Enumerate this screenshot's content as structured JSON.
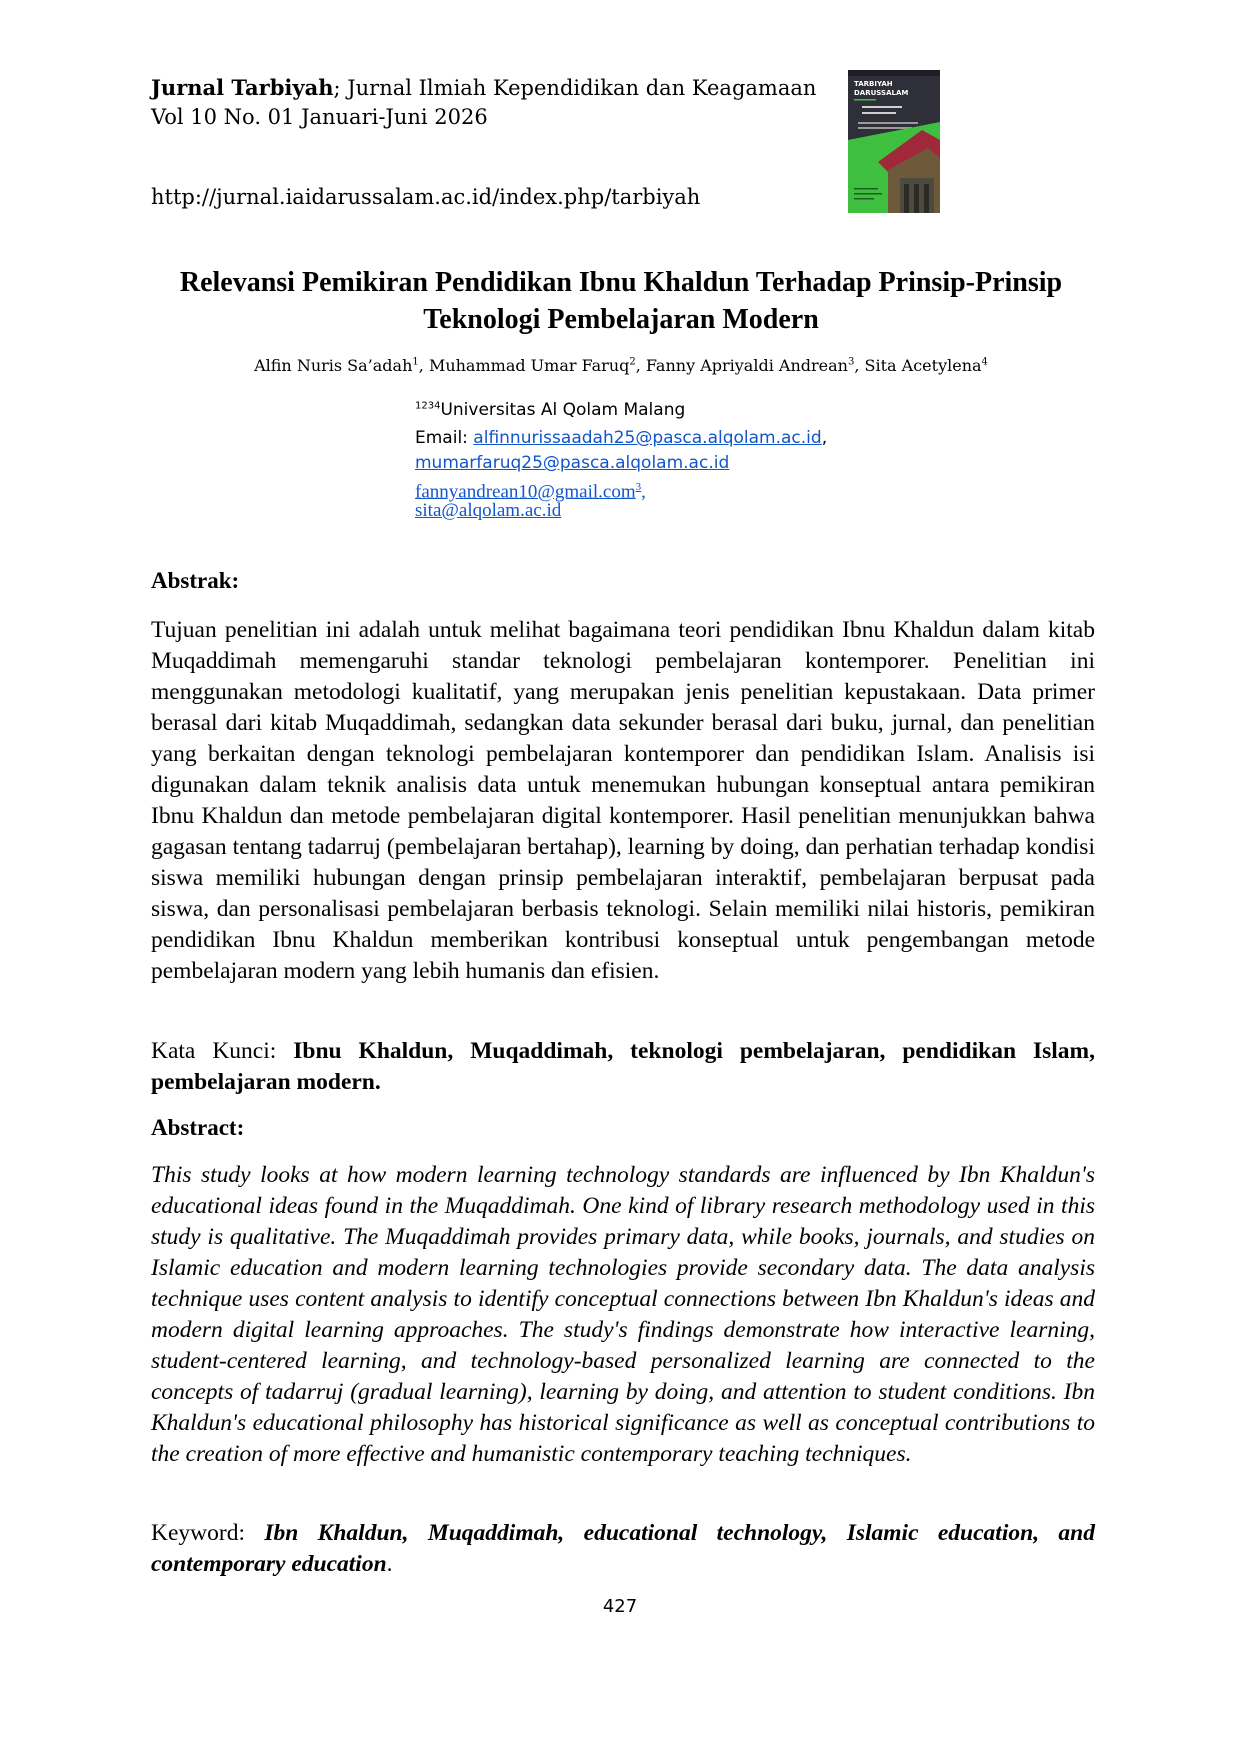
{
  "header": {
    "journal_name": "Jurnal Tarbiyah",
    "journal_subtitle": "; Jurnal Ilmiah Kependidikan dan Keagamaan",
    "volume": "Vol 10 No. 01 Januari-Juni 2026",
    "url": "http://jurnal.iaidarussalam.ac.id/index.php/tarbiyah",
    "cover_text": "TARBIYAH DARUSSALAM"
  },
  "article": {
    "title_line1": "Relevansi Pemikiran Pendidikan Ibnu Khaldun Terhadap Prinsip-Prinsip",
    "title_line2": "Teknologi Pembelajaran Modern",
    "authors": [
      {
        "name": "Alfin Nuris Sa’adah",
        "sup": "1"
      },
      {
        "name": "Muhammad Umar Faruq",
        "sup": "2"
      },
      {
        "name": "Fanny Apriyaldi Andrean",
        "sup": "3"
      },
      {
        "name": "Sita Acetylena",
        "sup": "4"
      }
    ],
    "author_sep": ", ",
    "affiliation_sup": "1234",
    "affiliation": "Universitas Al Qolam Malang",
    "email_label": "Email: ",
    "emails": {
      "e1": "alfinnurissaadah25@pasca.alqolam.ac.id",
      "e1_suffix": ",",
      "e2": "mumarfaruq25@pasca.alqolam.ac.id",
      "e3": "fannyandrean10@gmail.com",
      "e3_sup": "3",
      "e3_suffix": ",",
      "e4": "sita@alqolam.ac.id"
    }
  },
  "abstrak": {
    "heading": "Abstrak:",
    "body": "Tujuan penelitian ini adalah untuk melihat bagaimana teori pendidikan Ibnu Khaldun dalam kitab Muqaddimah memengaruhi standar teknologi pembelajaran kontemporer. Penelitian ini menggunakan metodologi kualitatif, yang merupakan jenis penelitian kepustakaan. Data primer berasal dari kitab Muqaddimah, sedangkan data sekunder berasal dari buku, jurnal, dan penelitian yang berkaitan dengan teknologi pembelajaran kontemporer dan pendidikan Islam. Analisis isi digunakan dalam teknik analisis data untuk menemukan hubungan konseptual antara pemikiran Ibnu Khaldun dan metode pembelajaran digital kontemporer. Hasil penelitian menunjukkan bahwa gagasan tentang tadarruj (pembelajaran bertahap), learning by doing, dan perhatian terhadap kondisi siswa memiliki hubungan dengan prinsip pembelajaran interaktif, pembelajaran berpusat pada siswa, dan personalisasi pembelajaran berbasis teknologi. Selain memiliki nilai historis, pemikiran pendidikan Ibnu Khaldun memberikan kontribusi konseptual untuk pengembangan metode pembelajaran modern yang lebih humanis dan efisien.",
    "keywords_label": "Kata Kunci: ",
    "keywords": "Ibnu Khaldun, Muqaddimah, teknologi pembelajaran, pendidikan Islam, pembelajaran modern."
  },
  "abstract": {
    "heading": "Abstract:",
    "body": "This study looks at how modern learning technology standards are influenced by Ibn Khaldun's educational ideas found in the Muqaddimah. One kind of library research methodology used in this study is qualitative. The Muqaddimah provides primary data, while books, journals, and studies on Islamic education and modern learning technologies provide secondary data. The data analysis technique uses content analysis to identify conceptual connections between Ibn Khaldun's ideas and modern digital learning approaches. The study's findings demonstrate how interactive learning, student-centered learning, and technology-based personalized learning are connected to the concepts of tadarruj (gradual learning), learning by doing, and attention to student conditions. Ibn Khaldun's educational philosophy has historical significance as well as conceptual contributions to the creation of more effective and humanistic contemporary teaching techniques.",
    "keywords_label": "Keyword: ",
    "keywords": "Ibn Khaldun, Muqaddimah, educational technology, Islamic education, and contemporary education",
    "keywords_end": "."
  },
  "page_number": "427",
  "colors": {
    "link": "#1155cc",
    "cover_top": "#2e2f38",
    "cover_green": "#3fbf3f",
    "cover_roof": "#a0283a"
  }
}
